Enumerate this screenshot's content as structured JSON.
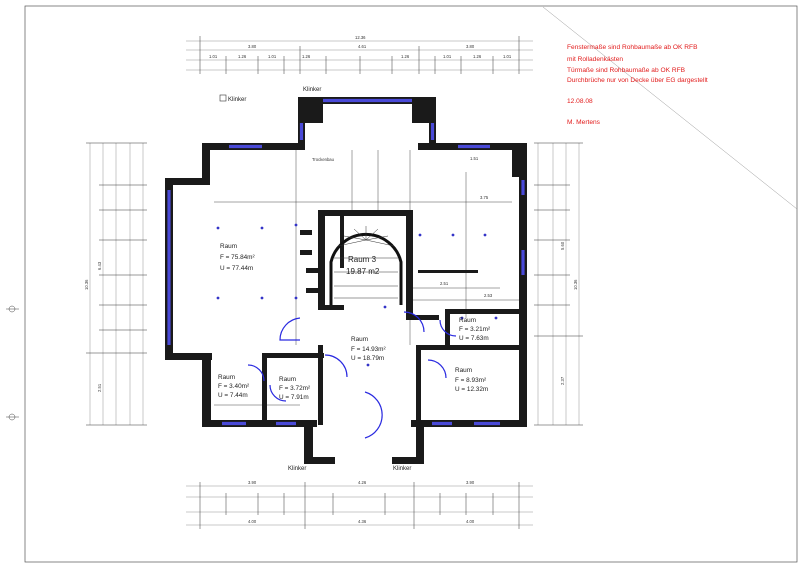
{
  "notes": [
    "Fenstermaße sind Rohbaumaße ab OK RFB",
    "mit Rolladenkästen",
    "Türmaße sind Rohbaumaße ab OK RFB",
    "Durchbrüche nur von Decke über EG dargestellt",
    "12.08.08",
    "M. Mertens"
  ],
  "labels": {
    "klinker_left": "Klinker",
    "klinker_top": "Klinker",
    "klinker_bottom_1": "Klinker",
    "klinker_bottom_2": "Klinker",
    "trockenbau": "Trockenbau"
  },
  "rooms": [
    {
      "name": "Raum",
      "area": "F = 75.84m²",
      "perimeter": "U = 77.44m"
    },
    {
      "name": "Raum 3",
      "area": "19.87 m2"
    },
    {
      "name": "Raum",
      "area": "F = 14.93m²",
      "perimeter": "U = 18.79m"
    },
    {
      "name": "Raum",
      "area": "F = 3.21m²",
      "perimeter": "U = 7.63m"
    },
    {
      "name": "Raum",
      "area": "F = 8.93m²",
      "perimeter": "U = 12.32m"
    },
    {
      "name": "Raum",
      "area": "F = 3.40m²",
      "perimeter": "U = 7.44m"
    },
    {
      "name": "Raum",
      "area": "F = 3.72m²",
      "perimeter": "U = 7.91m"
    }
  ],
  "dimensions": {
    "top_overall": "12.36",
    "top_row2": [
      "3.80",
      "4.61",
      "3.80"
    ],
    "top_row3": [
      "1.01",
      "1.26",
      "1.01",
      "1.26",
      "1.26",
      "1.01",
      "1.26",
      "1.01"
    ],
    "bottom_row1": [
      "3.90",
      "4.26",
      "3.90"
    ],
    "bottom_row2": [
      "4.00",
      "4.36",
      "4.00"
    ],
    "left": [
      "6.43",
      "2.51",
      "10.36"
    ],
    "right": [
      "5.60",
      "2.37",
      "10.36"
    ],
    "inner": [
      "1.51",
      "3.75",
      "2.51",
      "2.53"
    ]
  },
  "colors": {
    "notes": "#e21b1b",
    "window": "#4a4ad8",
    "door": "#2a2ae0",
    "wall": "#1a1a1a"
  }
}
